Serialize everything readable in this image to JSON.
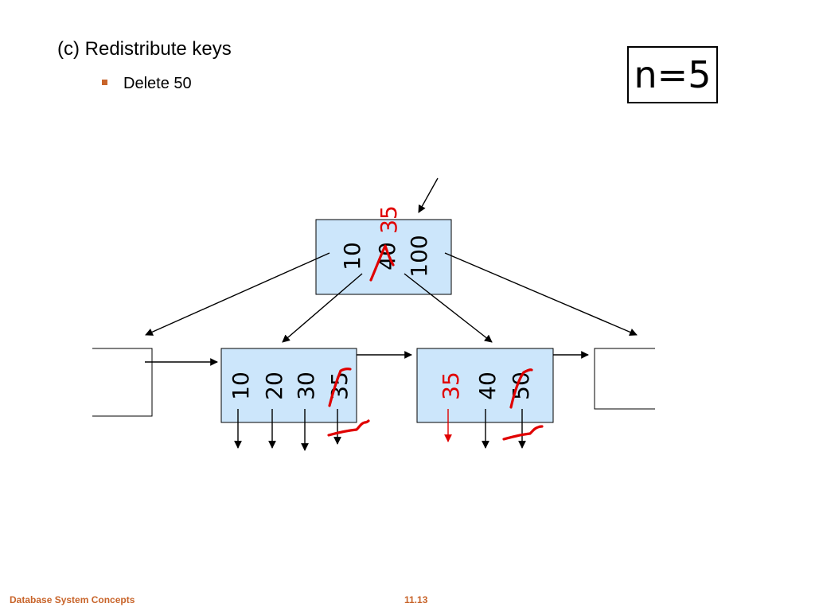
{
  "slide": {
    "heading": "(c) Redistribute keys",
    "bullet": "Delete 50",
    "n_label": "n=5",
    "footer_left": "Database System Concepts",
    "footer_right": "11.13"
  },
  "tree": {
    "root": {
      "keys": [
        "10",
        "40",
        "100"
      ],
      "inserted_key": "35",
      "struck_keys": [
        "40"
      ]
    },
    "left_leaf": {
      "keys": [
        "10",
        "20",
        "30",
        "35"
      ],
      "struck_keys": [
        "35"
      ]
    },
    "right_leaf": {
      "keys": [
        "35",
        "40",
        "50"
      ],
      "inserted_keys": [
        "35"
      ],
      "struck_keys": [
        "50"
      ]
    }
  },
  "colors": {
    "node_fill": "#cce6fb",
    "edit_red": "#e00000",
    "accent_orange": "#c8642a"
  }
}
